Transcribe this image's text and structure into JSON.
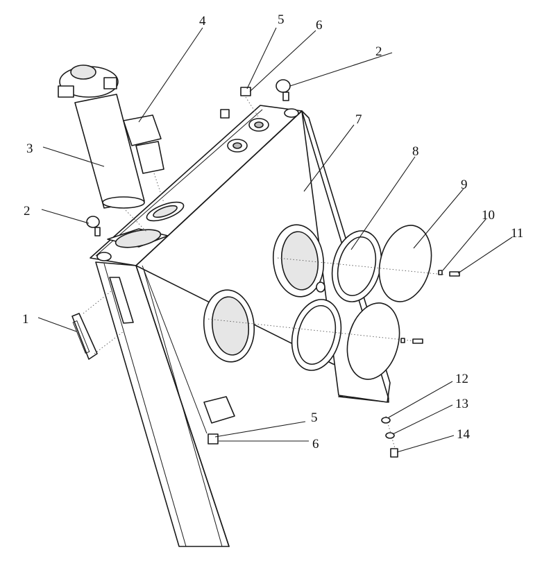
{
  "callouts": [
    {
      "id": "c1",
      "text": "1"
    },
    {
      "id": "c2a",
      "text": "2"
    },
    {
      "id": "c2b",
      "text": "2"
    },
    {
      "id": "c3",
      "text": "3"
    },
    {
      "id": "c4",
      "text": "4"
    },
    {
      "id": "c5a",
      "text": "5"
    },
    {
      "id": "c5b",
      "text": "5"
    },
    {
      "id": "c6a",
      "text": "6"
    },
    {
      "id": "c6b",
      "text": "6"
    },
    {
      "id": "c7",
      "text": "7"
    },
    {
      "id": "c8",
      "text": "8"
    },
    {
      "id": "c9",
      "text": "9"
    },
    {
      "id": "c10",
      "text": "10"
    },
    {
      "id": "c11",
      "text": "11"
    },
    {
      "id": "c12",
      "text": "12"
    },
    {
      "id": "c13",
      "text": "13"
    },
    {
      "id": "c14",
      "text": "14"
    }
  ],
  "colors": {
    "ink": "#1a1a1a",
    "paper": "#ffffff",
    "shade": "#e6e6e6"
  },
  "icons": {
    "eye-bolt": "ring-bolt",
    "filter": "cylinder-filter",
    "plug": "hex-plug"
  }
}
